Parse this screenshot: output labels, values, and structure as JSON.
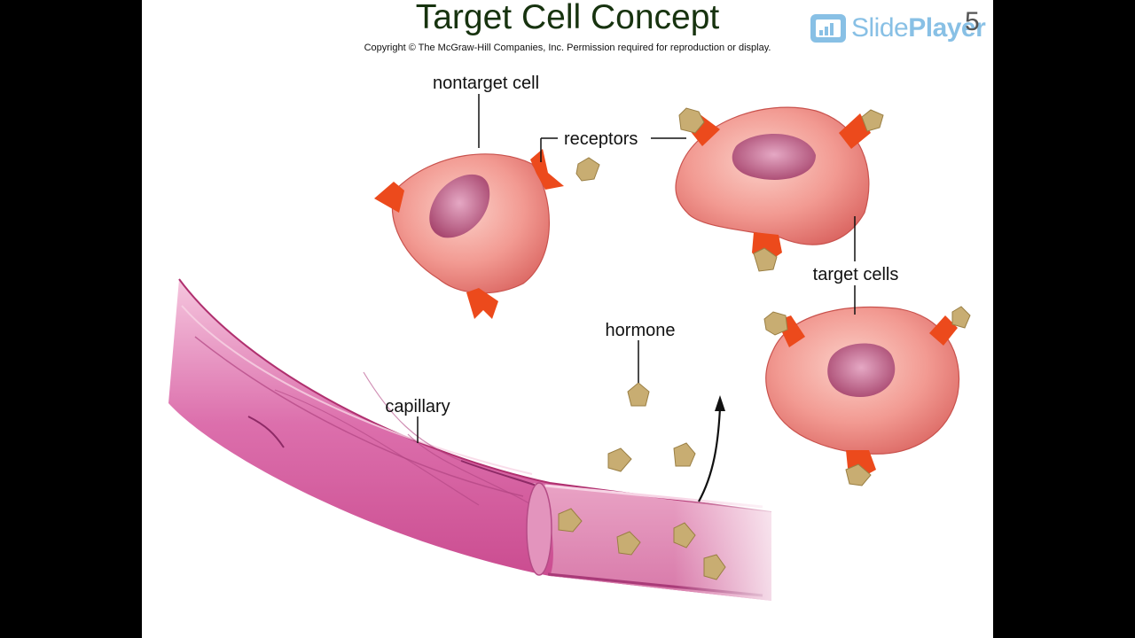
{
  "slide": {
    "title": "Target Cell Concept",
    "copyright": "Copyright © The McGraw-Hill Companies, Inc. Permission required for reproduction or display.",
    "number": "5"
  },
  "watermark": {
    "brand_prefix": "Slide",
    "brand_suffix": "Player",
    "icon": "slideplayer-logo-icon",
    "color": "#4a9fd8"
  },
  "diagram": {
    "labels": {
      "nontarget_cell": "nontarget cell",
      "receptors": "receptors",
      "target_cells": "target cells",
      "hormone": "hormone",
      "capillary": "capillary"
    },
    "colors": {
      "cell_body": "#ef8a86",
      "nucleus": "#b5557f",
      "receptor": "#ec4a1c",
      "hormone": "#c8ad72",
      "capillary": "#d85aa0",
      "title": "#17330f"
    }
  }
}
